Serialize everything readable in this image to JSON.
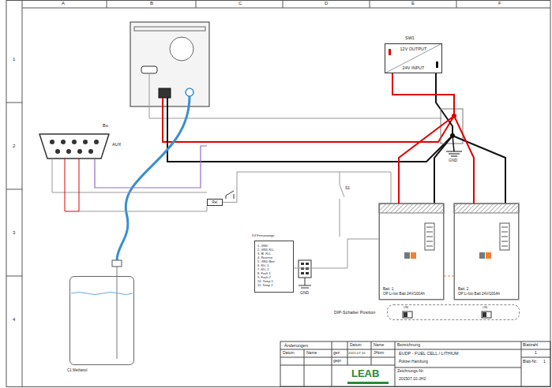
{
  "diagram": {
    "nodes": [
      {
        "text": [
          "SW1",
          "12V OUTPUT",
          "24V INPUT"
        ]
      },
      {
        "text": [
          "Batt. 1",
          "OP Li-Ion Batt 24V/100Ah"
        ]
      },
      {
        "text": [
          "Batt. 2",
          "OP Li-Ion Batt 24V/100Ah"
        ]
      },
      {
        "text": [
          "D3 Fernanzeige",
          "1. GND",
          "2. GND Kl.L",
          "3. Bl. Kl.L",
          "4. Reserve",
          "5. GND Batt",
          "6. Kl.L 1",
          "7. Kl.L 2",
          "8. Fault 1",
          "9. Fault 2",
          "10. Temp 1",
          "11. Temp 2"
        ]
      },
      {
        "text": [
          "Rel"
        ]
      },
      {
        "text": [
          "C1 Methanol"
        ]
      },
      {
        "text": [
          "Bu",
          "AUX"
        ]
      },
      {
        "text": [
          "DIP-Schalter Position"
        ]
      }
    ],
    "edges": [
      {
        "from": 0,
        "to": 1,
        "arrow": "none"
      },
      {
        "from": 0,
        "to": 2,
        "arrow": "none"
      },
      {
        "from": 1,
        "to": 2,
        "arrow": "none"
      },
      {
        "from": 3,
        "to": 1,
        "arrow": "none"
      },
      {
        "from": 4,
        "to": 1,
        "arrow": "none"
      },
      {
        "from": 6,
        "to": 4,
        "arrow": "none"
      }
    ],
    "labels": [
      "A",
      "B",
      "C",
      "D",
      "E",
      "F",
      "1",
      "2",
      "3",
      "4",
      "GND",
      "GND",
      "S1",
      "ON",
      "ON",
      "Änderungen",
      "Datum",
      "Name",
      "Datum",
      "Name",
      "gez.",
      "2015.07.10",
      "JHorn",
      "gepr.",
      "Bezeichnung",
      "EUDP - FUEL CELL / LITHIUM",
      "Polizei Hamburg",
      "Zeichnungs-Nr.",
      "201507.10-JH2",
      "Blattzahl",
      "1",
      "Blatt-Nr.:",
      "1",
      "LEAB"
    ]
  }
}
